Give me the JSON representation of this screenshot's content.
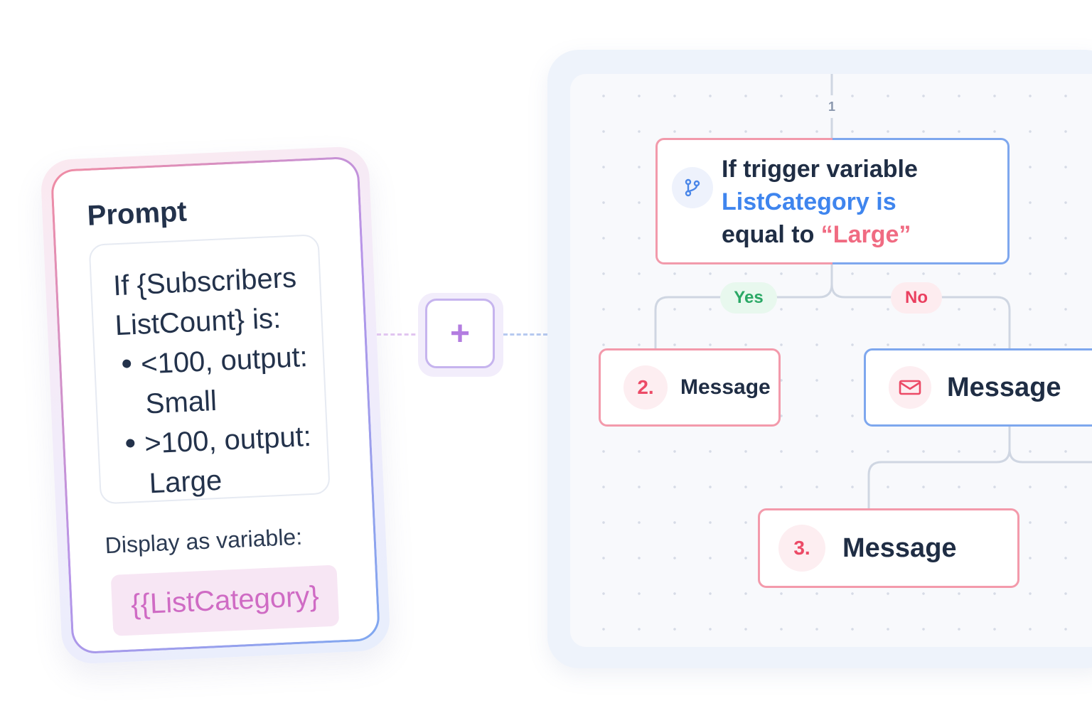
{
  "prompt": {
    "title": "Prompt",
    "lines": [
      "If {Subscribers",
      "ListCount} is:"
    ],
    "bullets": [
      {
        "main": "<100, output:",
        "sub": "Small"
      },
      {
        "main": ">100, output:",
        "sub": "Large"
      }
    ],
    "display_label": "Display as variable:",
    "variable": "{{ListCategory}"
  },
  "connector": {
    "add_button_label": "+"
  },
  "flow": {
    "step_badge": "1",
    "condition": {
      "line1": "If trigger variable",
      "variable_text": "ListCategory is",
      "line3_prefix": "equal to ",
      "value_text": "“Large”",
      "icon": "branch-icon"
    },
    "branch_yes": "Yes",
    "branch_no": "No",
    "message_left": {
      "number": "2.",
      "label": "Message"
    },
    "message_right": {
      "label": "Message",
      "icon": "mail-icon"
    },
    "message_bottom": {
      "number": "3.",
      "label": "Message"
    }
  },
  "colors": {
    "pink_accent": "#f39aab",
    "blue_accent": "#7ea7ee",
    "variable_blue": "#3f85ee",
    "value_red": "#f06b82",
    "yes_green": "#2aa865",
    "no_red": "#ea3f5f",
    "variable_chip_text": "#cf6bc4"
  }
}
